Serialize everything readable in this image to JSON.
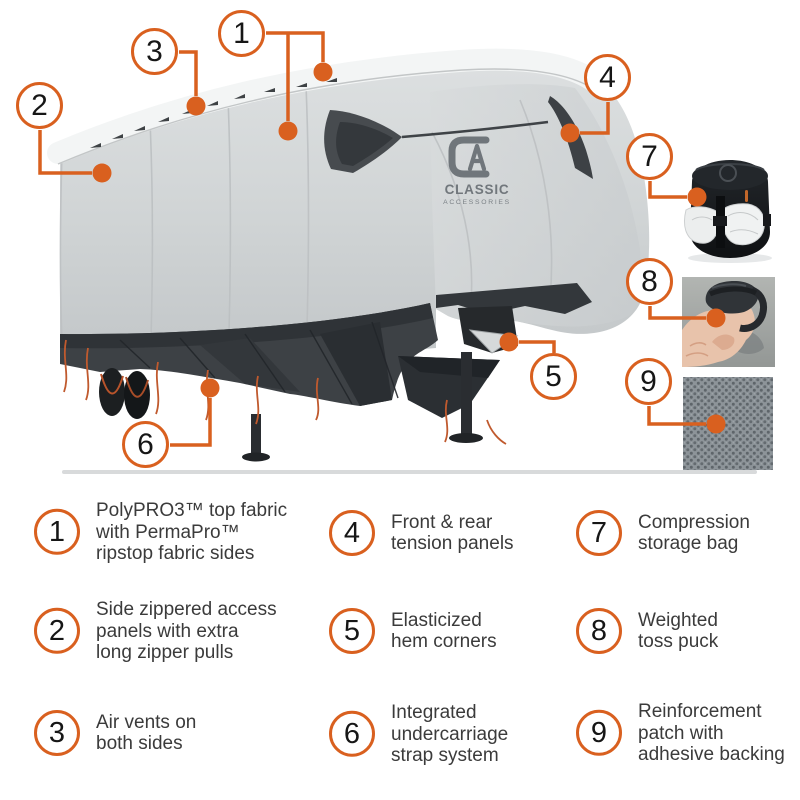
{
  "colors": {
    "accent": "#d9601f",
    "legend_text": "#3b3b3b"
  },
  "diagram": {
    "brand": {
      "name_line1": "CLASSIC",
      "name_line2": "ACCESSORIES"
    },
    "callouts": [
      {
        "num": "1"
      },
      {
        "num": "2"
      },
      {
        "num": "3"
      },
      {
        "num": "4"
      },
      {
        "num": "5"
      },
      {
        "num": "6"
      },
      {
        "num": "7"
      },
      {
        "num": "8"
      },
      {
        "num": "9"
      }
    ]
  },
  "legend": {
    "items": [
      {
        "num": "1",
        "text": "PolyPRO3™ top fabric\nwith PermaPro™\nripstop fabric sides"
      },
      {
        "num": "2",
        "text": "Side zippered access\npanels with extra\nlong zipper pulls"
      },
      {
        "num": "3",
        "text": "Air vents on\nboth sides"
      },
      {
        "num": "4",
        "text": "Front & rear\ntension panels"
      },
      {
        "num": "5",
        "text": "Elasticized\nhem corners"
      },
      {
        "num": "6",
        "text": "Integrated\nundercarriage\nstrap system"
      },
      {
        "num": "7",
        "text": "Compression\nstorage bag"
      },
      {
        "num": "8",
        "text": "Weighted\ntoss puck"
      },
      {
        "num": "9",
        "text": "Reinforcement\npatch with\nadhesive backing"
      }
    ]
  }
}
